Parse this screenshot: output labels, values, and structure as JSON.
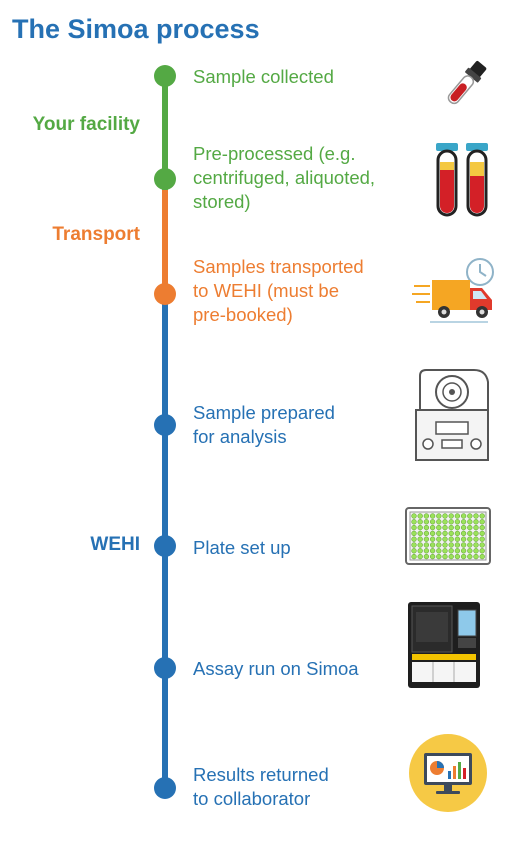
{
  "title": "The Simoa process",
  "colors": {
    "green": "#54a944",
    "orange": "#ed7d31",
    "blue": "#2671b4"
  },
  "phases": [
    {
      "label": "Your facility",
      "color": "green"
    },
    {
      "label": "Transport",
      "color": "orange"
    },
    {
      "label": "WEHI",
      "color": "blue"
    }
  ],
  "steps": [
    {
      "lines": [
        "Sample collected"
      ],
      "color": "green",
      "icon": "blood-tube-icon"
    },
    {
      "lines": [
        "Pre-processed (e.g.",
        "centrifuged, aliquoted,",
        "stored)"
      ],
      "color": "green",
      "icon": "sample-tubes-icon"
    },
    {
      "lines": [
        "Samples transported",
        "to WEHI (must be",
        "pre-booked)"
      ],
      "color": "orange",
      "icon": "delivery-truck-icon"
    },
    {
      "lines": [
        "Sample prepared",
        "for analysis"
      ],
      "color": "blue",
      "icon": "centrifuge-icon"
    },
    {
      "lines": [
        "Plate set up"
      ],
      "color": "blue",
      "icon": "well-plate-icon"
    },
    {
      "lines": [
        "Assay run on Simoa"
      ],
      "color": "blue",
      "icon": "simoa-instrument-icon"
    },
    {
      "lines": [
        "Results returned",
        "to collaborator"
      ],
      "color": "blue",
      "icon": "results-monitor-icon"
    }
  ]
}
